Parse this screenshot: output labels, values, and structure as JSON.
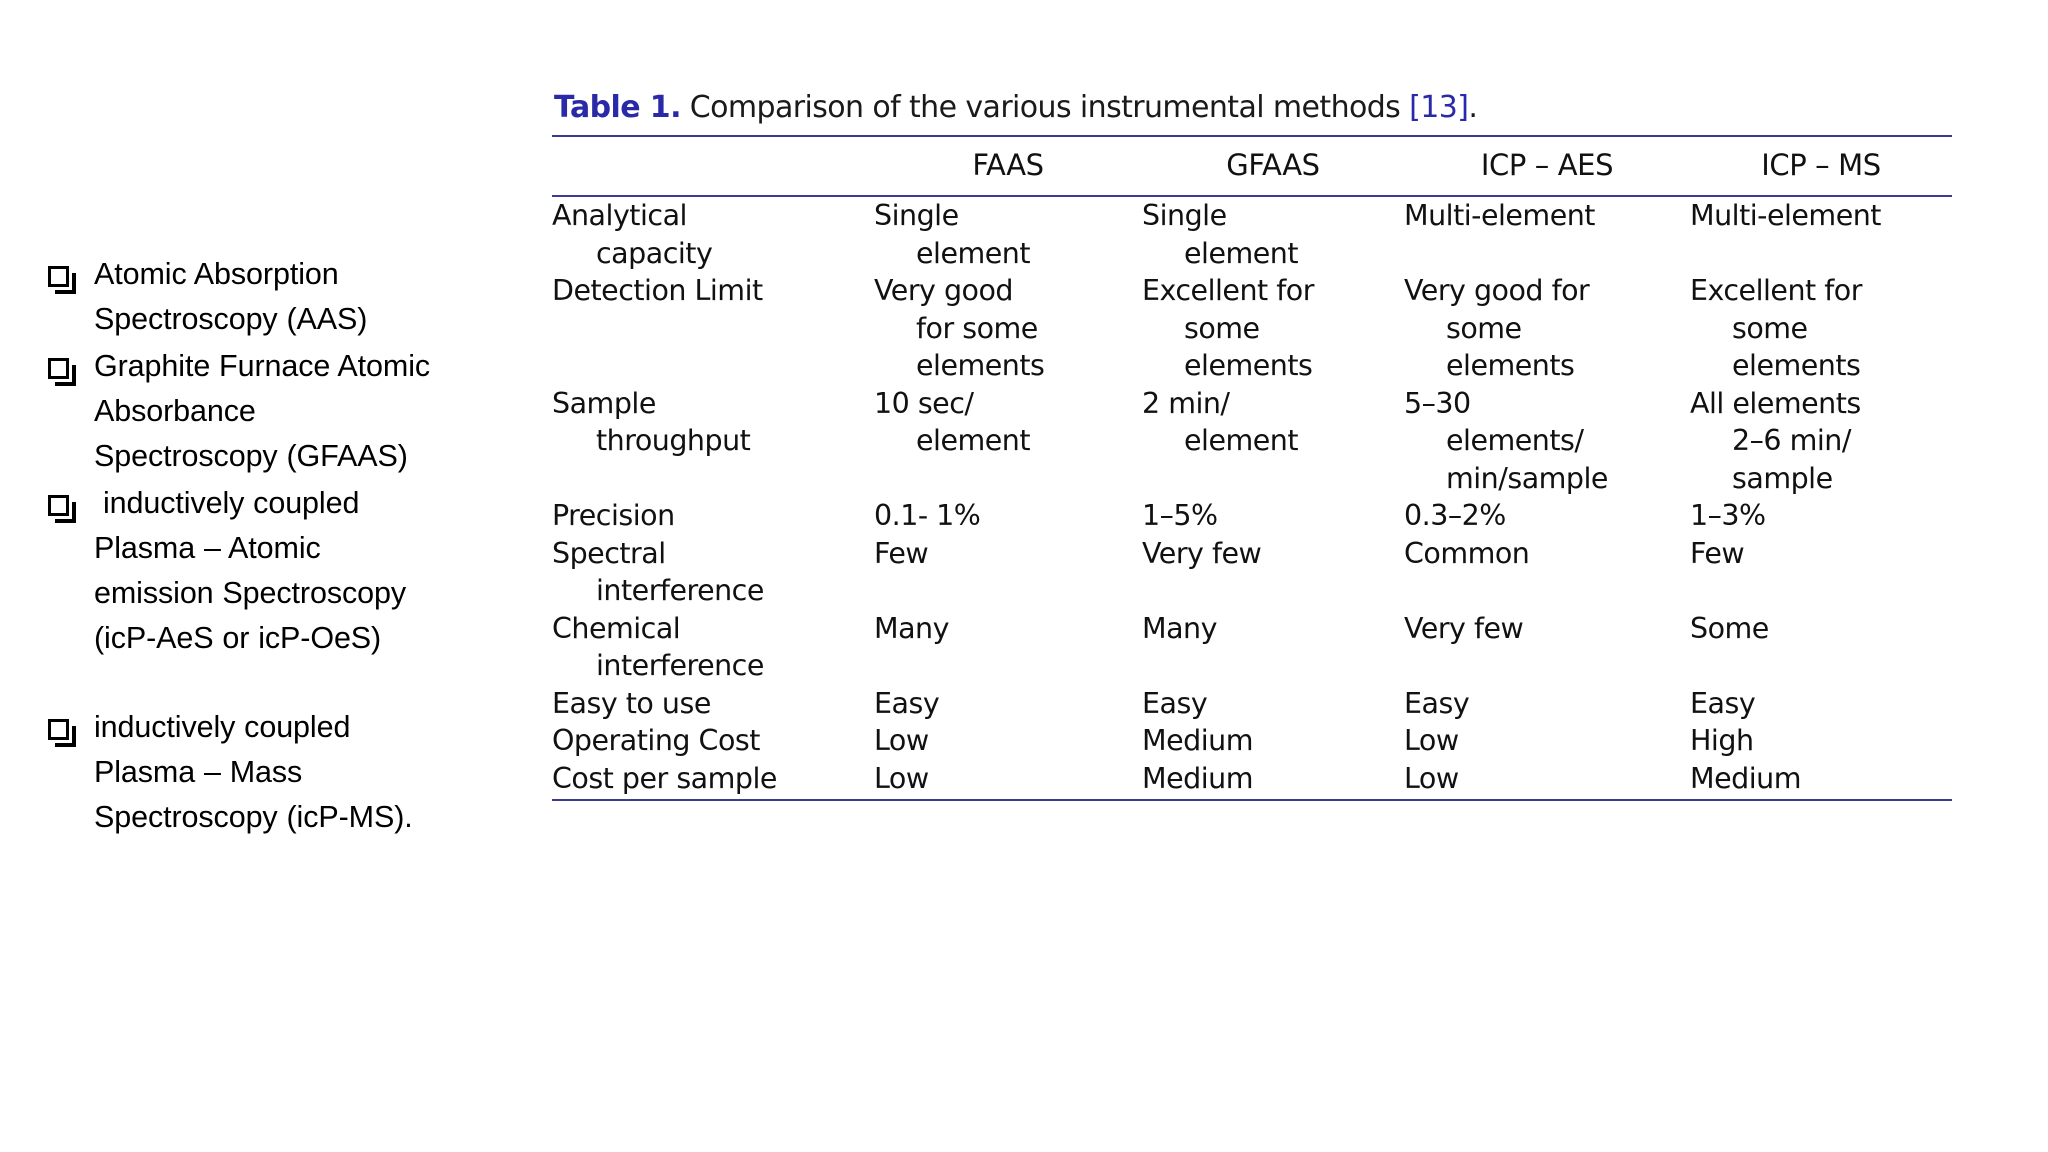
{
  "slide": {
    "background": "#ffffff",
    "accent_blue": "#2a2aa8",
    "rule_color": "#3b3b8f"
  },
  "bullets": {
    "items": [
      {
        "marker": "hollow-square-bullet",
        "text": "Atomic Absorption\nSpectroscopy (AAS)",
        "lead_space": false,
        "extra_space_above": false
      },
      {
        "marker": "hollow-square-bullet",
        "text": "Graphite Furnace Atomic\nAbsorbance\nSpectroscopy (GFAAS)",
        "lead_space": false,
        "extra_space_above": false
      },
      {
        "marker": "hollow-square-bullet",
        "text": " inductively coupled\nPlasma – Atomic\nemission Spectroscopy\n(icP-AeS or icP-OeS)",
        "lead_space": true,
        "extra_space_above": false
      },
      {
        "marker": "hollow-square-bullet",
        "text": "inductively coupled\nPlasma – Mass\nSpectroscopy (icP-MS).",
        "lead_space": false,
        "extra_space_above": true
      }
    ]
  },
  "table": {
    "caption_label": "Table 1.",
    "caption_text": " Comparison of the various instrumental methods ",
    "caption_ref": "[13]",
    "caption_period": ".",
    "columns": [
      "",
      "FAAS",
      "GFAAS",
      "ICP – AES",
      "ICP – MS"
    ],
    "rows": [
      {
        "label": [
          "Analytical",
          "capacity"
        ],
        "faas": [
          "Single",
          "element"
        ],
        "gfaas": [
          "Single",
          "element"
        ],
        "aes": [
          "Multi-element"
        ],
        "ms": [
          "Multi-element"
        ]
      },
      {
        "label": [
          "Detection Limit"
        ],
        "faas": [
          "Very good",
          "for some",
          "elements"
        ],
        "gfaas": [
          "Excellent for",
          "some",
          "elements"
        ],
        "aes": [
          "Very good for",
          "some",
          "elements"
        ],
        "ms": [
          "Excellent for",
          "some",
          "elements"
        ]
      },
      {
        "label": [
          "Sample",
          "throughput"
        ],
        "faas": [
          "10 sec/",
          "element"
        ],
        "gfaas": [
          "2 min/",
          "element"
        ],
        "aes": [
          "5–30",
          "elements/",
          "min/sample"
        ],
        "ms": [
          "All elements",
          "2–6 min/",
          "sample"
        ]
      },
      {
        "label": [
          "Precision"
        ],
        "faas": [
          "0.1- 1%"
        ],
        "gfaas": [
          "1–5%"
        ],
        "aes": [
          "0.3–2%"
        ],
        "ms": [
          "1–3%"
        ]
      },
      {
        "label": [
          "Spectral",
          "interference"
        ],
        "faas": [
          "Few"
        ],
        "gfaas": [
          "Very few"
        ],
        "aes": [
          "Common"
        ],
        "ms": [
          "Few"
        ]
      },
      {
        "label": [
          "Chemical",
          "interference"
        ],
        "faas": [
          "Many"
        ],
        "gfaas": [
          "Many"
        ],
        "aes": [
          "Very few"
        ],
        "ms": [
          "Some"
        ]
      },
      {
        "label": [
          "Easy to use"
        ],
        "faas": [
          "Easy"
        ],
        "gfaas": [
          "Easy"
        ],
        "aes": [
          "Easy"
        ],
        "ms": [
          "Easy"
        ]
      },
      {
        "label": [
          "Operating Cost"
        ],
        "faas": [
          "Low"
        ],
        "gfaas": [
          "Medium"
        ],
        "aes": [
          "Low"
        ],
        "ms": [
          "High"
        ]
      },
      {
        "label": [
          "Cost per sample"
        ],
        "faas": [
          "Low"
        ],
        "gfaas": [
          "Medium"
        ],
        "aes": [
          "Low"
        ],
        "ms": [
          "Medium"
        ]
      }
    ]
  }
}
